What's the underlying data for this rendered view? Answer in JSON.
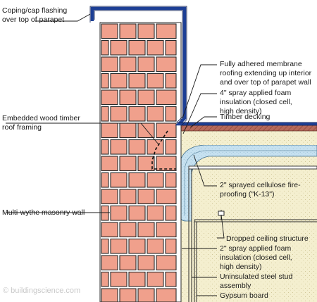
{
  "labels": {
    "coping_line1": "Coping/cap flashing",
    "coping_line2": "over top of parapet",
    "membrane_line1": "Fully adhered membrane",
    "membrane_line2": "roofing extending up interior",
    "membrane_line3": "and over top of parapet wall",
    "foam4_line1": "4\" spray applied foam",
    "foam4_line2": "insulation (closed cell,",
    "foam4_line3": "high density)",
    "timber_decking": "Timber decking",
    "wood_timber_line1": "Embedded wood timber",
    "wood_timber_line2": "roof framing",
    "cellulose_line1": "2\" sprayed cellulose fire-",
    "cellulose_line2": "proofing (\"K-13\")",
    "masonry_wall": "Multi-wythe masonry wall",
    "dropped_ceiling": "Dropped ceiling structure",
    "foam2_line1": "2\" spray applied foam",
    "foam2_line2": "insulation (closed cell,",
    "foam2_line3": "high density)",
    "steel_stud_line1": "Uninsulated steel stud",
    "steel_stud_line2": "assembly",
    "gypsum": "Gypsum board"
  },
  "watermark": "© buildingscience.com",
  "colors": {
    "brick": "#f0a08c",
    "flashing": "#1d3f95",
    "foam": "#f4efcf",
    "cellulose": "#c6e1f0",
    "timber": "#b5695a"
  }
}
